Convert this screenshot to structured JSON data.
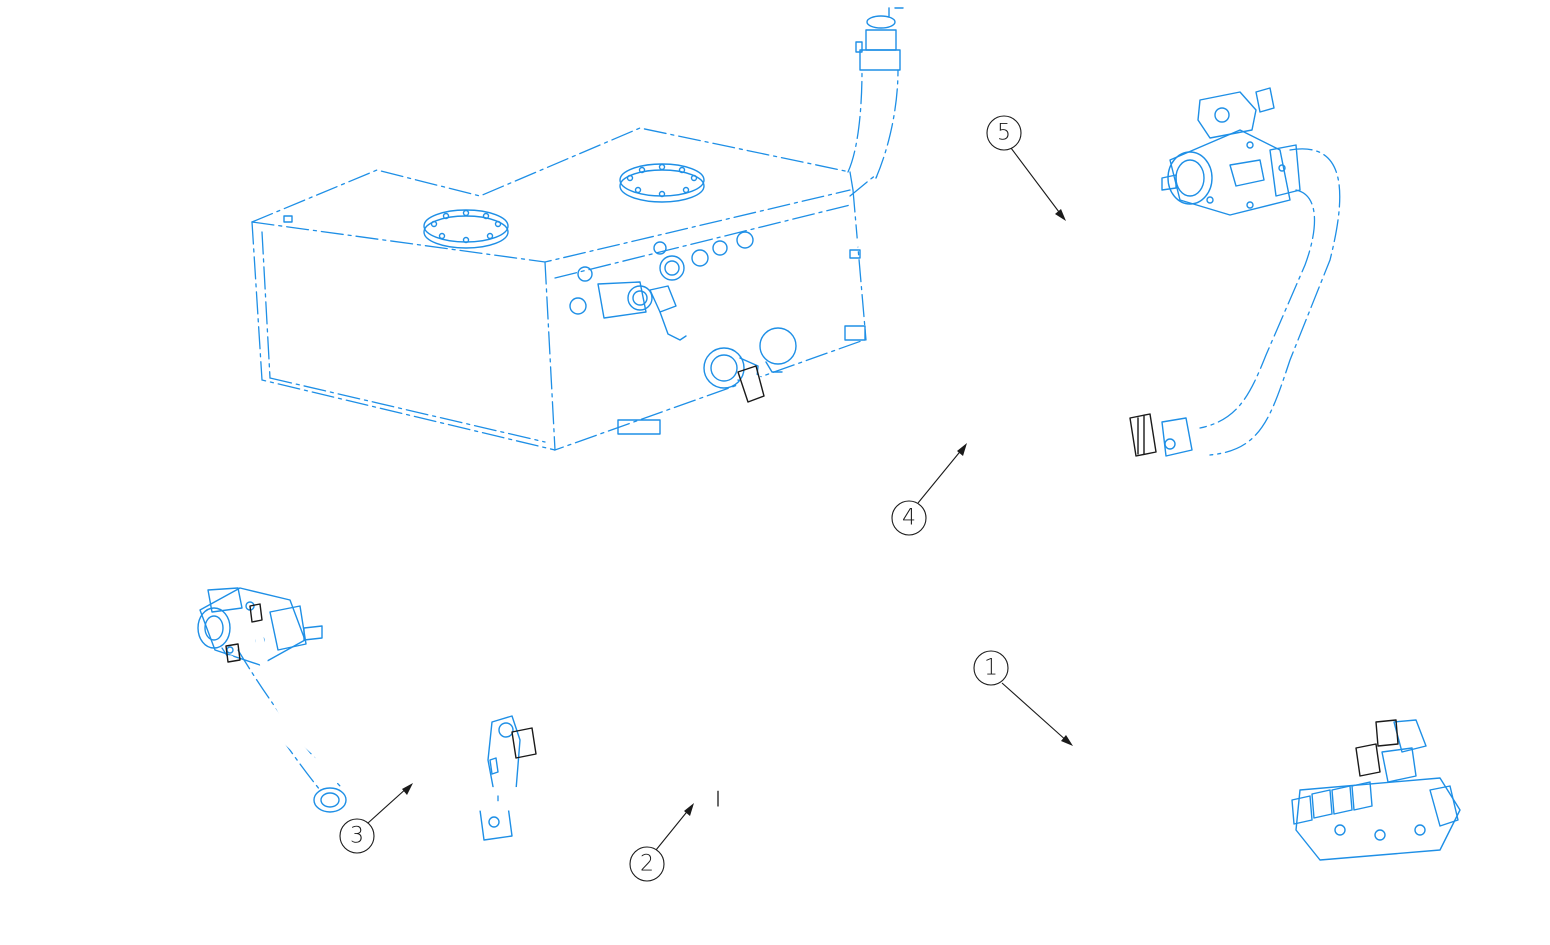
{
  "callouts": [
    {
      "id": "1",
      "label": "1"
    },
    {
      "id": "2",
      "label": "2"
    },
    {
      "id": "3",
      "label": "3"
    },
    {
      "id": "4",
      "label": "4"
    },
    {
      "id": "5",
      "label": "5"
    }
  ],
  "colors": {
    "component": "#1e8fe6",
    "hose": "#1a1a1a",
    "background": "#ffffff"
  }
}
